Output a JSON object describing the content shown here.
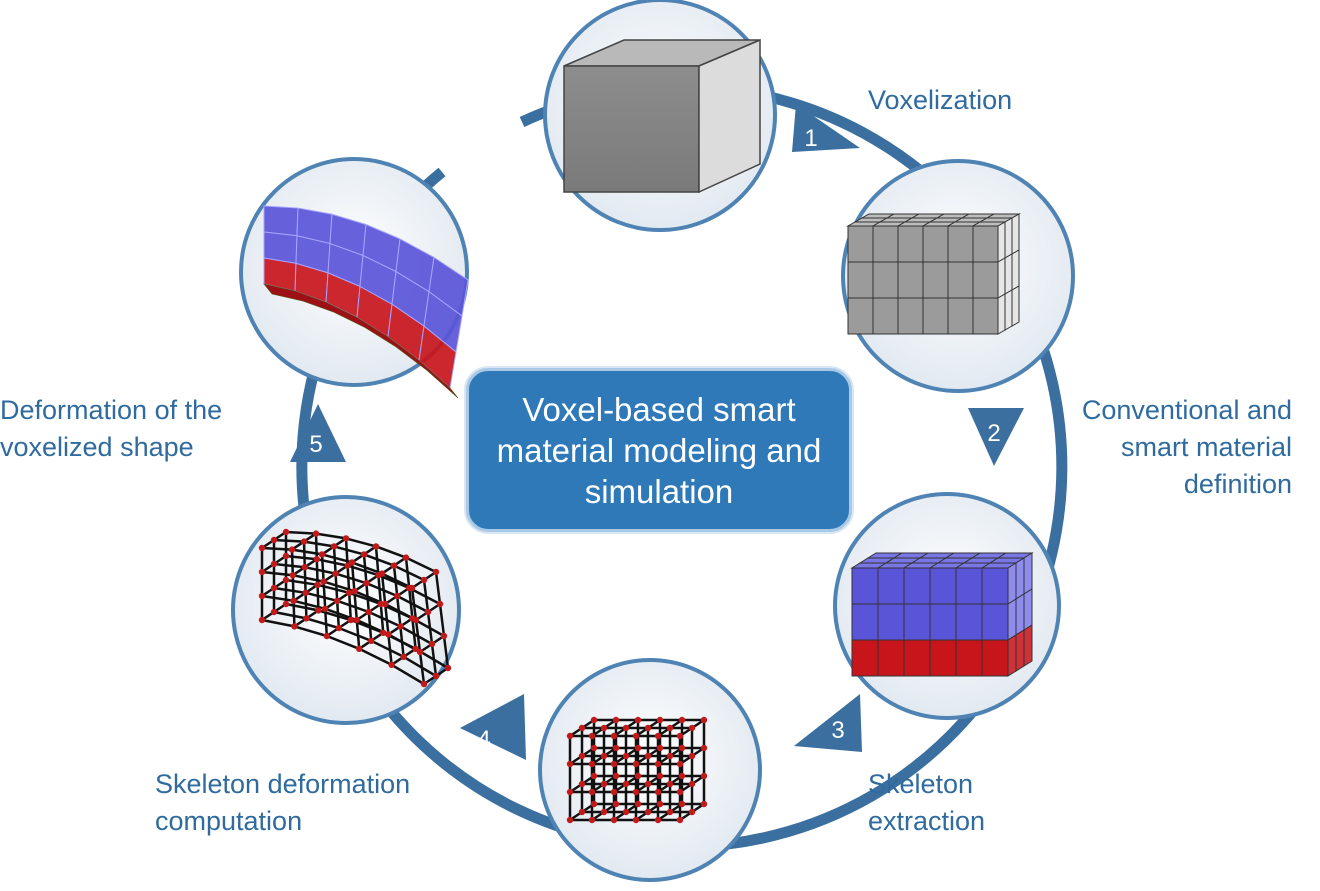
{
  "center": {
    "lines": [
      "Voxel-based smart",
      "material modeling and",
      "simulation"
    ]
  },
  "steps": [
    {
      "number": "1",
      "label_lines": [
        "Voxelization"
      ]
    },
    {
      "number": "2",
      "label_lines": [
        "Conventional and",
        "smart material",
        "definition"
      ]
    },
    {
      "number": "3",
      "label_lines": [
        "Skeleton",
        "extraction"
      ]
    },
    {
      "number": "4",
      "label_lines": [
        "Skeleton deformation",
        "computation"
      ]
    },
    {
      "number": "5",
      "label_lines": [
        "Deformation of the",
        "voxelized shape"
      ]
    }
  ],
  "colors": {
    "ring": "#3a6f9f",
    "text": "#2f6b9e",
    "center_fill": "#2f79b9",
    "circle_fill": "#f0f4f8",
    "circle_stroke": "#4f83b3",
    "voxel_gray": "#9b9b9b",
    "smart_blue": "#5a55d8",
    "smart_red": "#c8151c",
    "skeleton_node": "#c21a1a"
  },
  "icons": {
    "circle1": "solid-box-icon",
    "circle2": "voxel-grid-icon",
    "circle3": "two-material-voxel-icon",
    "circle4": "skeleton-grid-icon",
    "circle5": "deformed-skeleton-icon",
    "circle6": "deformed-voxel-shape-icon"
  }
}
